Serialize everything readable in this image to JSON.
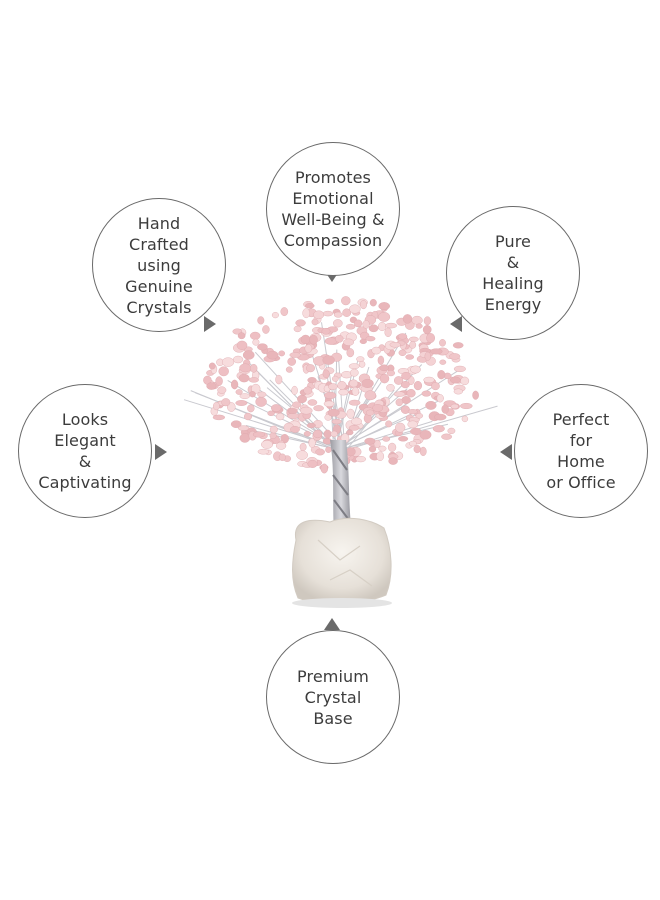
{
  "badges": {
    "promotes": [
      "Promotes",
      "Emotional",
      "Well-Being &",
      "Compassion"
    ],
    "hand_crafted": [
      "Hand",
      "Crafted",
      "using",
      "Genuine",
      "Crystals"
    ],
    "pure": [
      "Pure",
      "&",
      "Healing",
      "Energy"
    ],
    "looks": [
      "Looks",
      "Elegant",
      "&",
      "Captivating"
    ],
    "perfect": [
      "Perfect",
      "for",
      "Home",
      "or Office"
    ],
    "premium": [
      "Premium",
      "Crystal",
      "Base"
    ]
  },
  "colors": {
    "circle_border": "#6a6a6a",
    "text": "#3c3c3c",
    "petal": "#f0c6c9",
    "trunk": "#b9b9bf",
    "base": "#ece7df"
  },
  "icons": {
    "tree": "rose-quartz-crystal-tree",
    "pointer": "triangle-pointer"
  }
}
